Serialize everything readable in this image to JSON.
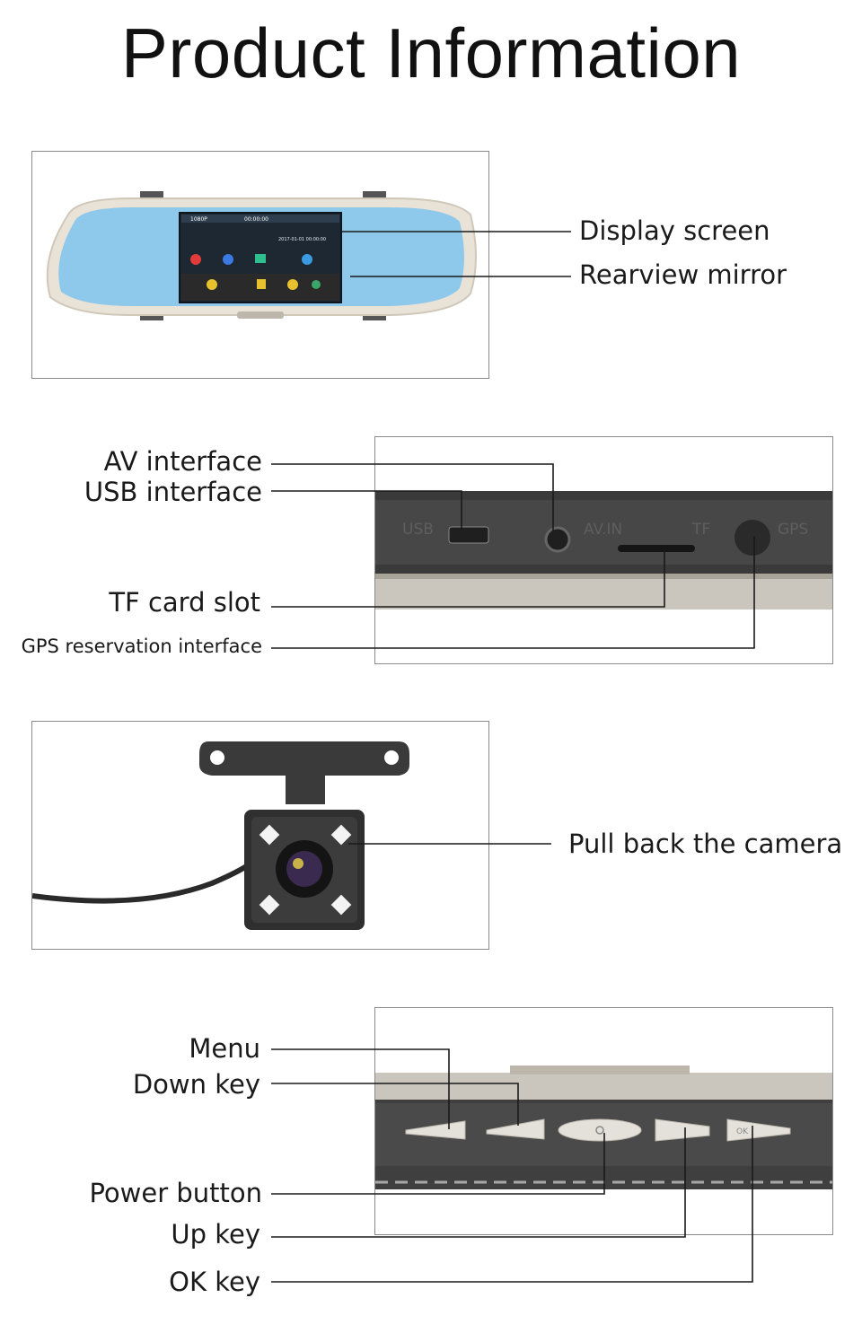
{
  "title": "Product Information",
  "sections": {
    "mirror": {
      "labels": {
        "display_screen": "Display screen",
        "rearview_mirror": "Rearview mirror"
      },
      "screen": {
        "resolution": "1080P",
        "time": "00:00:00",
        "date": "2017-01-01 00:00:00"
      }
    },
    "ports": {
      "labels": {
        "av": "AV interface",
        "usb": "USB interface",
        "tf": "TF card slot",
        "gps": "GPS reservation interface"
      },
      "printed": {
        "usb": "USB",
        "av": "AV.IN",
        "tf": "TF",
        "gps": "GPS"
      }
    },
    "camera": {
      "labels": {
        "camera": "Pull back the camera"
      }
    },
    "buttons": {
      "labels": {
        "menu": "Menu",
        "down": "Down key",
        "power": "Power button",
        "up": "Up key",
        "ok": "OK key"
      },
      "printed": {
        "ok": "OK"
      }
    }
  },
  "colors": {
    "mirror_glass": "#8ec9ec",
    "mirror_frame": "#e9e2d6",
    "device_body": "#3a3a3a",
    "device_trim": "#cbc6bd",
    "leader_line": "#1a1a1a"
  }
}
